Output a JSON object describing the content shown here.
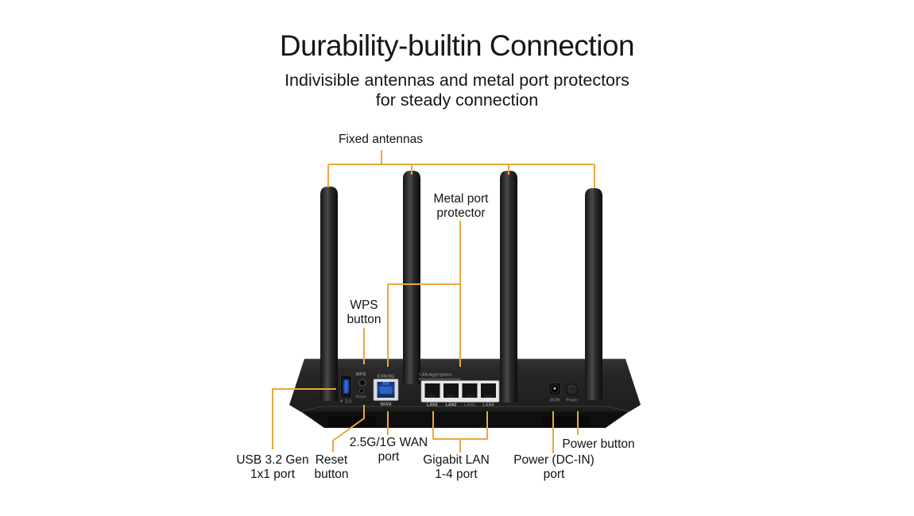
{
  "header": {
    "title": "Durability-builtin Connection",
    "subtitle_line1": "Indivisible antennas and metal port protectors",
    "subtitle_line2": "for steady connection"
  },
  "callouts": {
    "fixed_antennas": {
      "label": "Fixed antennas"
    },
    "metal_port_protector": {
      "line1": "Metal port",
      "line2": "protector"
    },
    "wps_button": {
      "line1": "WPS",
      "line2": "button"
    },
    "usb_port": {
      "line1": "USB 3.2 Gen",
      "line2": "1x1 port"
    },
    "reset_button": {
      "line1": "Reset",
      "line2": "button"
    },
    "wan_port": {
      "line1": "2.5G/1G WAN",
      "line2": "port"
    },
    "gigabit_lan": {
      "line1": "Gigabit LAN",
      "line2": "1-4 port"
    },
    "power_dcin": {
      "line1": "Power (DC-IN)",
      "line2": "port"
    },
    "power_button": {
      "label": "Power button"
    }
  },
  "device": {
    "panel_labels": {
      "usb": "3.0",
      "wps": "WPS",
      "reset": "Reset",
      "wan_top": "2.5G/1G",
      "wan_bottom": "WAN",
      "lan_aggregation": "LAN Aggregation",
      "lan_ports": [
        "LAN1",
        "LAN2",
        "LAN3",
        "LAN4"
      ],
      "dcin": "DCIN",
      "power": "Power"
    }
  },
  "colors": {
    "accent_line": "#ECA63F",
    "background": "#FFFFFF",
    "text": "#161616",
    "body_dark": "#262626",
    "wan_blue": "#2B62C4",
    "plate_silver": "#E6E6E6"
  }
}
